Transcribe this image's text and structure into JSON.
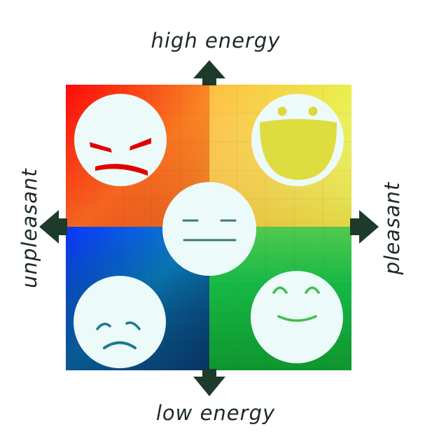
{
  "axes": {
    "top": "high energy",
    "bottom": "low energy",
    "left": "unpleasant",
    "right": "pleasant"
  },
  "quadrants": {
    "top_left": {
      "mood": "angry",
      "colors": [
        "#ff0a0a",
        "#ff9a1e",
        "#c93a1e"
      ]
    },
    "top_right": {
      "mood": "excited",
      "colors": [
        "#ffc63b",
        "#ecf04a",
        "#d9cc3c"
      ]
    },
    "bottom_left": {
      "mood": "sad",
      "colors": [
        "#0a3cff",
        "#0c92c6",
        "#0a3a70"
      ]
    },
    "bottom_right": {
      "mood": "calm",
      "colors": [
        "#2fbf4a",
        "#5ad05a",
        "#0e9a2c"
      ]
    },
    "center": {
      "mood": "neutral"
    }
  },
  "colors": {
    "face_fill": "#ecfafa",
    "face_features_light": "#ecfafa",
    "angry_features": "#e00000",
    "sad_features": "#1a7a8a",
    "happy_features": "#3fbf4a",
    "neutral_features": "#3a7a7a",
    "excited_features": "#dcd83e",
    "arrow": "#1d3a2a",
    "text": "#1d2a22"
  },
  "icons": [
    "arrow-up-icon",
    "arrow-down-icon",
    "arrow-left-icon",
    "arrow-right-icon",
    "angry-face-icon",
    "excited-face-icon",
    "neutral-face-icon",
    "sad-face-icon",
    "calm-face-icon"
  ]
}
